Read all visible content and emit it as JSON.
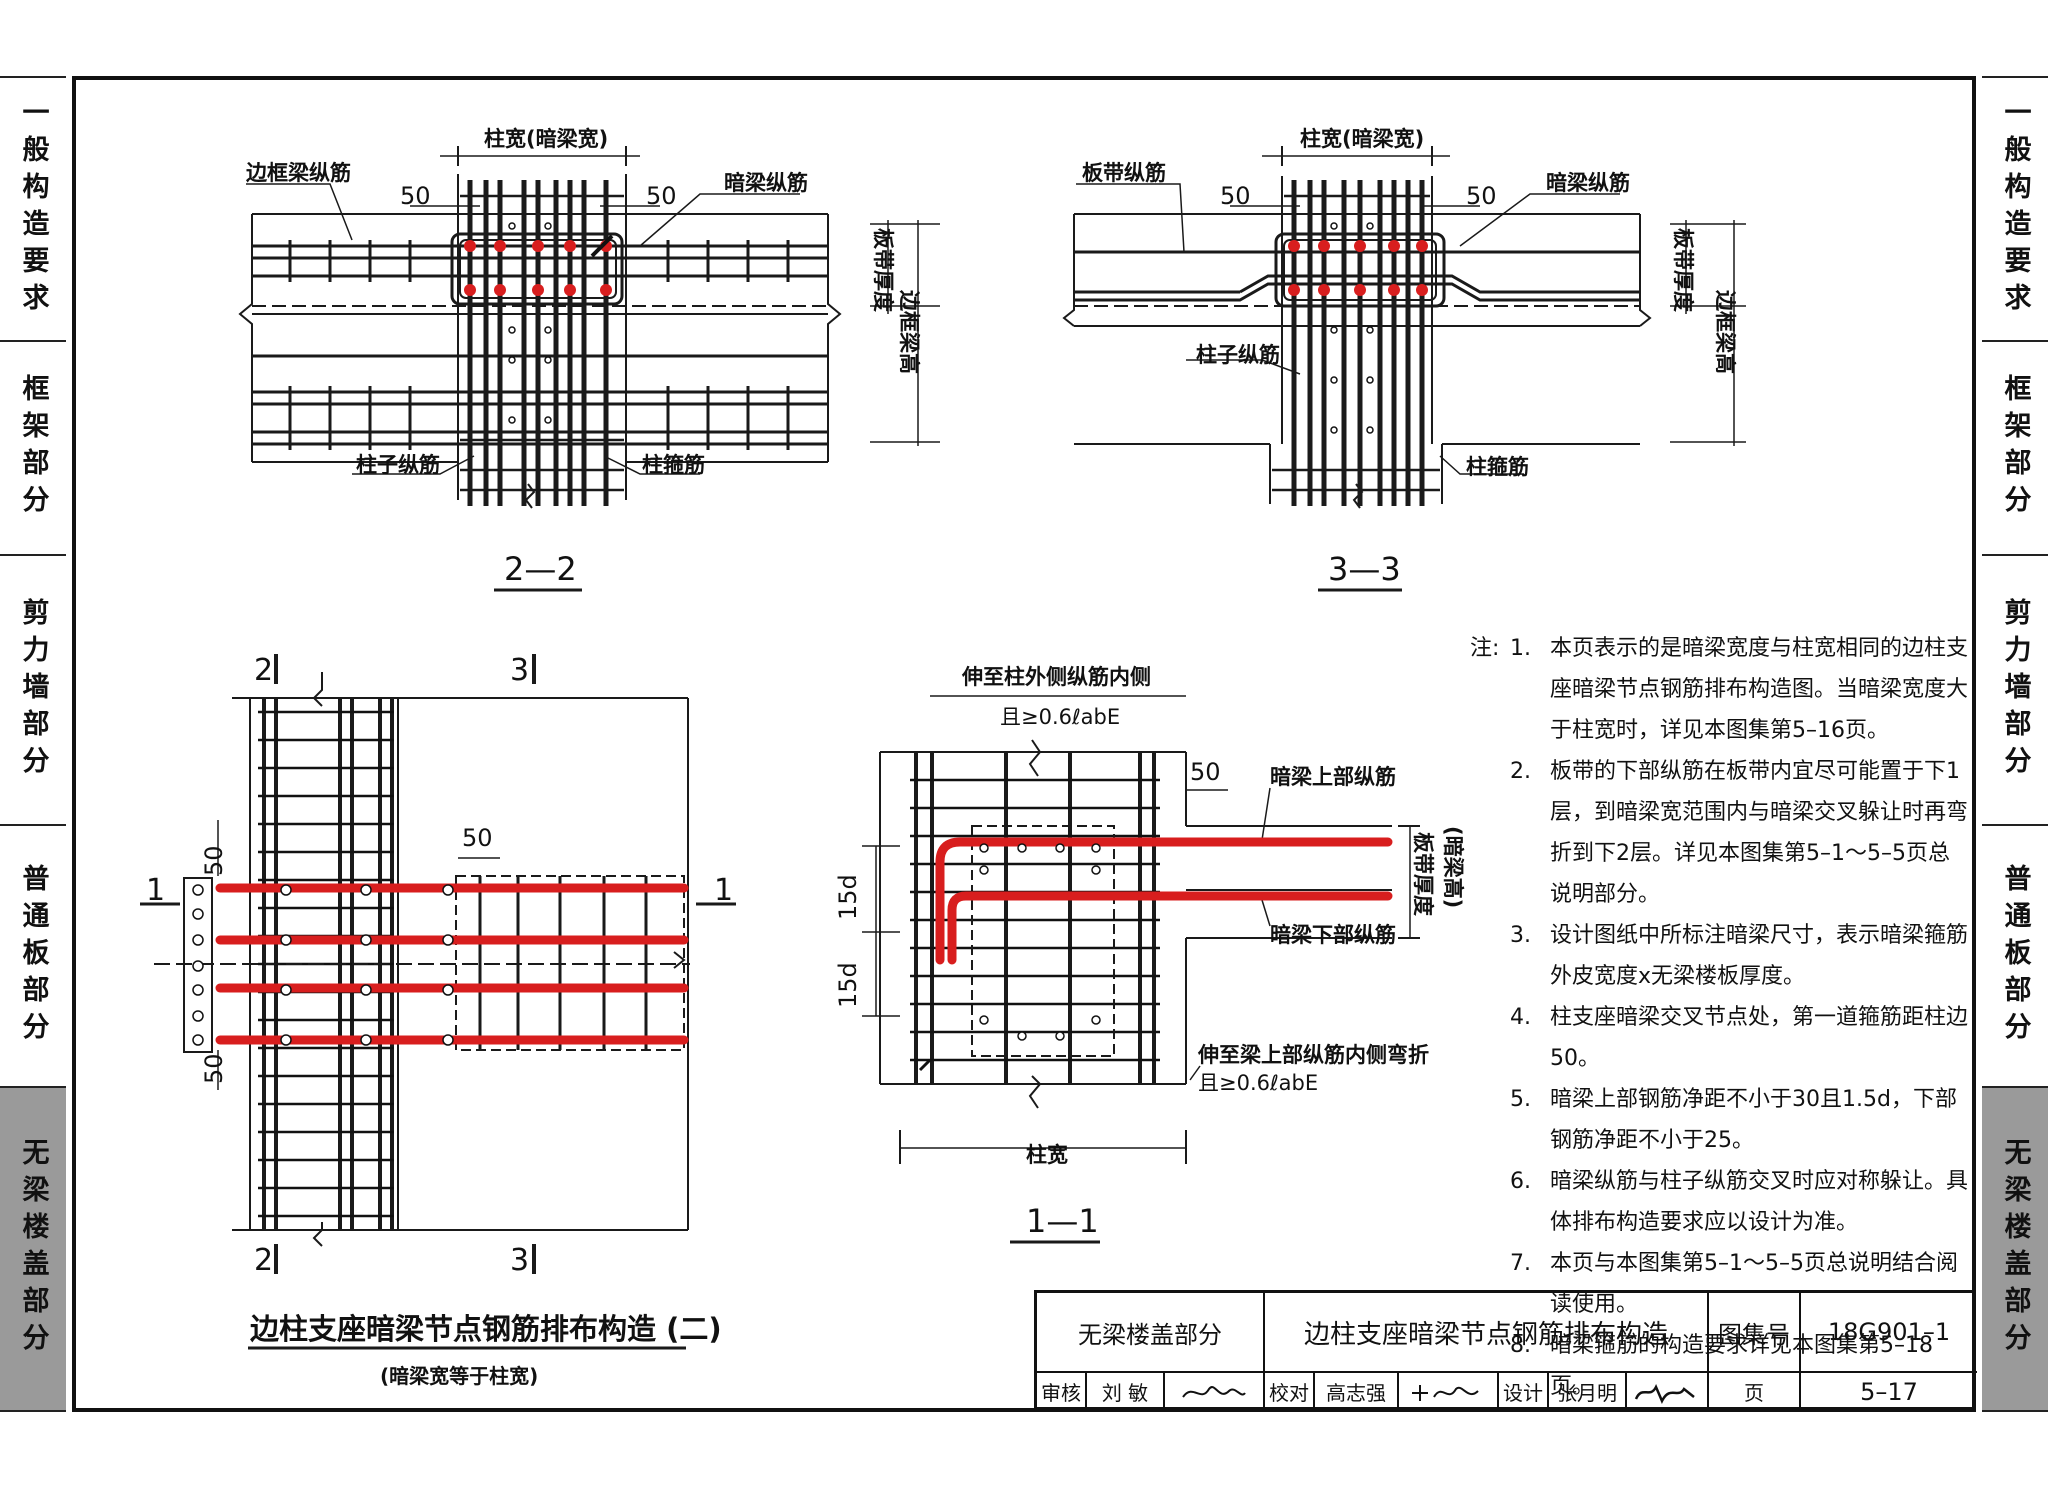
{
  "side_tabs": [
    {
      "label": "一般构造要求",
      "active": false
    },
    {
      "label": "框架部分",
      "active": false
    },
    {
      "label": "剪力墙部分",
      "active": false
    },
    {
      "label": "普通板部分",
      "active": false
    },
    {
      "label": "无梁楼盖部分",
      "active": true
    }
  ],
  "section_2_2": {
    "width_label": "柱宽(暗梁宽)",
    "edge_beam_bar": "边框梁纵筋",
    "hidden_beam_bar": "暗梁纵筋",
    "dim_50_left": "50",
    "dim_50_right": "50",
    "slab_thickness": "板带厚度",
    "edge_beam_height": "边框梁高",
    "column_bar": "柱子纵筋",
    "column_stirrup": "柱箍筋",
    "caption": "2—2"
  },
  "section_3_3": {
    "width_label": "柱宽(暗梁宽)",
    "strip_bar": "板带纵筋",
    "hidden_beam_bar": "暗梁纵筋",
    "dim_50_left": "50",
    "dim_50_right": "50",
    "slab_thickness": "板带厚度",
    "edge_beam_height": "边框梁高",
    "column_bar": "柱子纵筋",
    "column_stirrup": "柱箍筋",
    "caption": "3—3"
  },
  "plan_view": {
    "cut_2_top": "2",
    "cut_3_top": "3",
    "cut_2_bottom": "2",
    "cut_3_bottom": "3",
    "cut_1_left": "1",
    "cut_1_right": "1",
    "dim_50_top": "50",
    "dim_50_left_top": "50",
    "dim_50_left_bottom": "50"
  },
  "section_1_1": {
    "extend_label": "伸至柱外侧纵筋内侧",
    "anchor_top": "且≥0.6ℓabE",
    "dim_50": "50",
    "top_bar": "暗梁上部纵筋",
    "bottom_bar": "暗梁下部纵筋",
    "slab_thickness": "板带厚度",
    "beam_height": "(暗梁高)",
    "dim_15d_top": "15d",
    "dim_15d_bottom": "15d",
    "bend_label": "伸至梁上部纵筋内侧弯折",
    "anchor_bottom": "且≥0.6ℓabE",
    "column_width": "柱宽",
    "caption": "1—1"
  },
  "notes": {
    "heading": "注:",
    "items": [
      {
        "n": "1.",
        "text": "本页表示的是暗梁宽度与柱宽相同的边柱支座暗梁节点钢筋排布构造图。当暗梁宽度大于柱宽时，详见本图集第5–16页。"
      },
      {
        "n": "2.",
        "text": "板带的下部纵筋在板带内宜尽可能置于下1层，到暗梁宽范围内与暗梁交叉躲让时再弯折到下2层。详见本图集第5–1～5–5页总说明部分。"
      },
      {
        "n": "3.",
        "text": "设计图纸中所标注暗梁尺寸，表示暗梁箍筋外皮宽度x无梁楼板厚度。"
      },
      {
        "n": "4.",
        "text": "柱支座暗梁交叉节点处，第一道箍筋距柱边50。"
      },
      {
        "n": "5.",
        "text": "暗梁上部钢筋净距不小于30且1.5d，下部钢筋净距不小于25。"
      },
      {
        "n": "6.",
        "text": "暗梁纵筋与柱子纵筋交叉时应对称躲让。具体排布构造要求应以设计为准。"
      },
      {
        "n": "7.",
        "text": "本页与本图集第5–1～5–5页总说明结合阅读使用。"
      },
      {
        "n": "8.",
        "text": "暗梁箍筋的构造要求详见本图集第5–18页。"
      }
    ]
  },
  "drawing_title": "边柱支座暗梁节点钢筋排布构造 (二)",
  "drawing_subtitle": "(暗梁宽等于柱宽)",
  "title_block": {
    "category": "无梁楼盖部分",
    "title": "边柱支座暗梁节点钢筋排布构造",
    "atlas_label": "图集号",
    "atlas_no": "18G901–1",
    "review_label": "审核",
    "reviewer": "刘 敏",
    "check_label": "校对",
    "checker": "高志强",
    "design_label": "设计",
    "designer": "张月明",
    "page_label": "页",
    "page_no": "5–17"
  },
  "colors": {
    "rebar_red": "#d81e1e",
    "line": "#1a1a1a",
    "tab_active": "#9a9a9a"
  }
}
